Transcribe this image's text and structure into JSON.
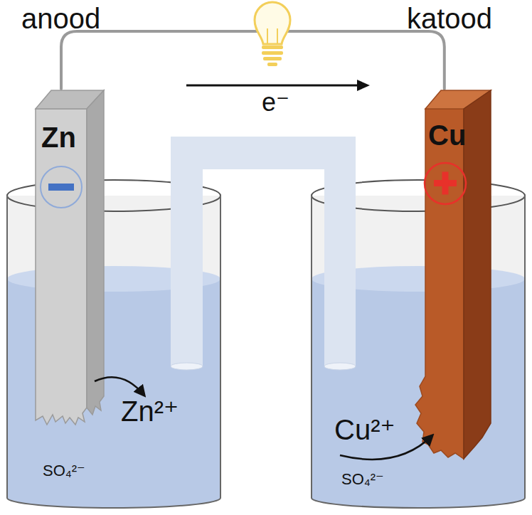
{
  "diagram": {
    "nodes": [
      {
        "text": [
          "Zn"
        ]
      },
      {
        "text": [
          "Cu"
        ]
      }
    ],
    "edges": [
      {
        "from": 0,
        "to": 1,
        "arrow": "none"
      }
    ],
    "labels": [
      "anood",
      "katood",
      "e⁻",
      "Zn²⁺",
      "SO₄²⁻",
      "Cu²⁺",
      "SO₄²⁻"
    ]
  }
}
